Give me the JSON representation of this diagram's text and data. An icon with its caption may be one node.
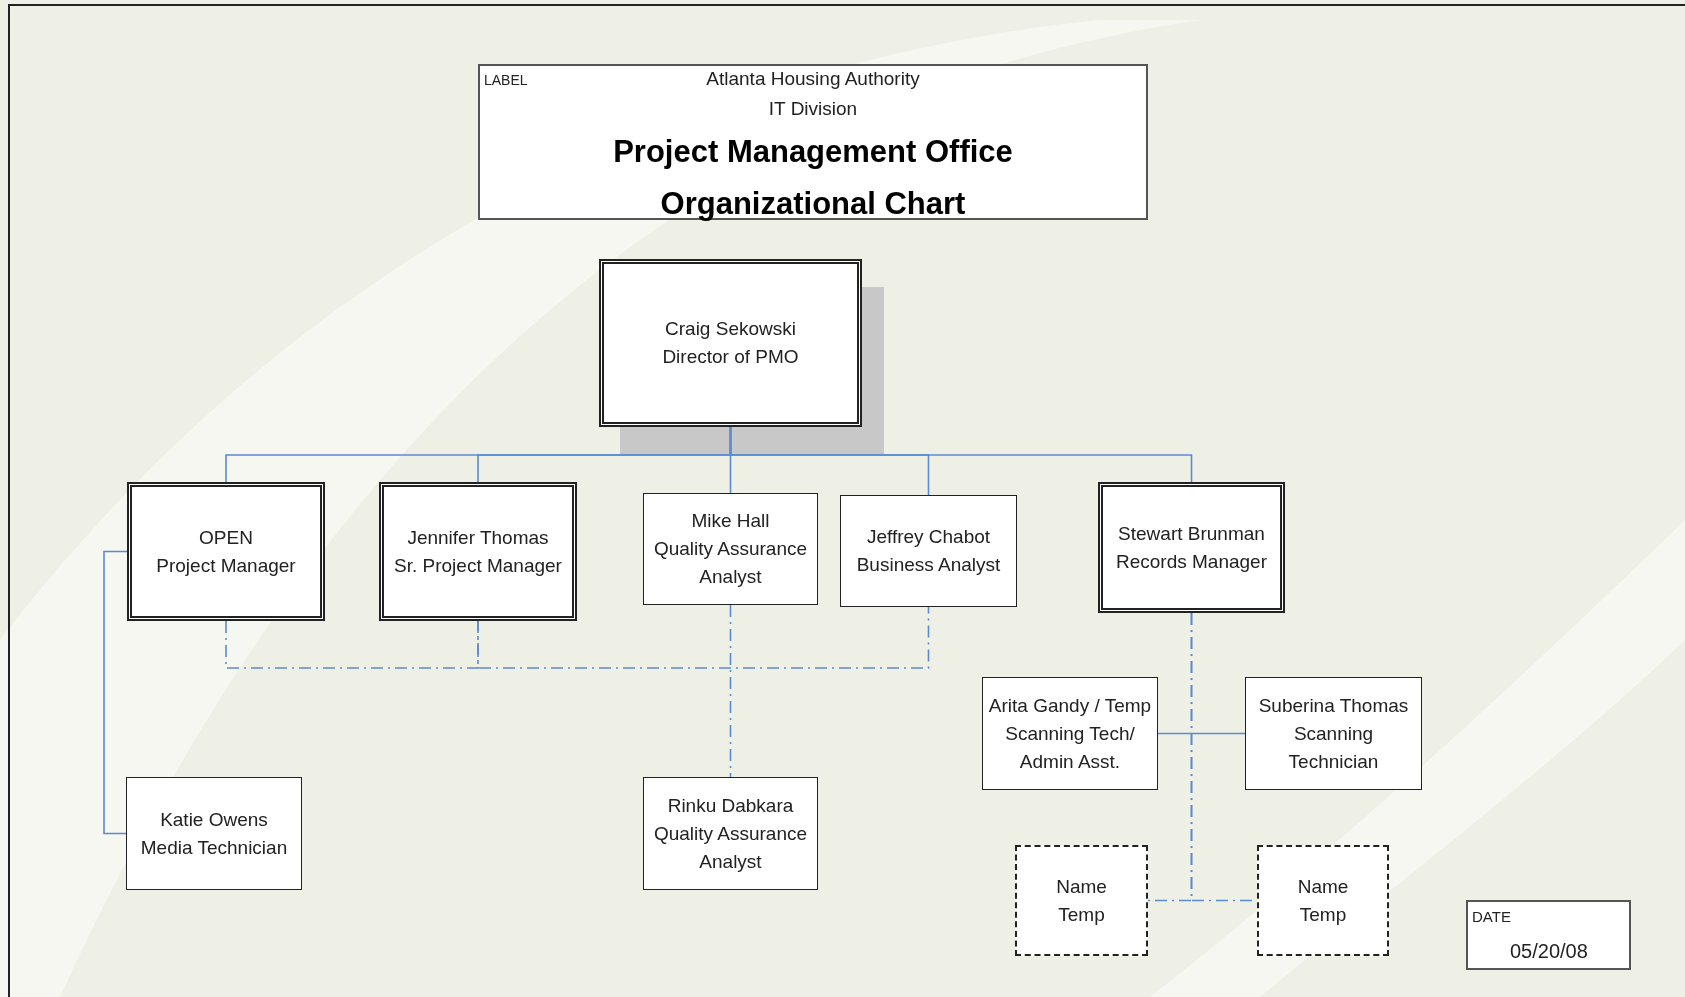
{
  "diagram": {
    "nodes": [
      {
        "text": [
          "LABEL",
          "Atlanta Housing Authority",
          "IT Division",
          "Project Management Office Organizational Chart"
        ]
      },
      {
        "text": [
          "Craig Sekowski",
          "Director of PMO"
        ]
      },
      {
        "text": [
          "OPEN",
          "Project Manager"
        ]
      },
      {
        "text": [
          "Jennifer Thomas",
          "Sr. Project Manager"
        ]
      },
      {
        "text": [
          "Mike Hall",
          "Quality Assurance Analyst"
        ]
      },
      {
        "text": [
          "Jeffrey Chabot",
          "Business Analyst"
        ]
      },
      {
        "text": [
          "Stewart Brunman",
          "Records Manager"
        ]
      },
      {
        "text": [
          "Arita Gandy / Temp",
          "Scanning Tech/ Admin Asst."
        ]
      },
      {
        "text": [
          "Suberina Thomas",
          "Scanning Technician"
        ]
      },
      {
        "text": [
          "Katie Owens",
          "Media Technician"
        ]
      },
      {
        "text": [
          "Rinku Dabkara",
          "Quality Assurance Analyst"
        ]
      },
      {
        "text": [
          "Name",
          "Temp"
        ]
      },
      {
        "text": [
          "Name",
          "Temp"
        ]
      },
      {
        "text": [
          "DATE",
          "05/20/08"
        ]
      }
    ],
    "edges": [
      {
        "from": 1,
        "to": 2,
        "arrow": "none"
      },
      {
        "from": 1,
        "to": 3,
        "arrow": "none"
      },
      {
        "from": 1,
        "to": 4,
        "arrow": "none"
      },
      {
        "from": 1,
        "to": 5,
        "arrow": "none"
      },
      {
        "from": 1,
        "to": 6,
        "arrow": "none"
      },
      {
        "from": 2,
        "to": 9,
        "arrow": "none"
      },
      {
        "from": 2,
        "to": 3,
        "arrow": "none",
        "style": "dashed"
      },
      {
        "from": 3,
        "to": 5,
        "arrow": "none",
        "style": "dashed"
      },
      {
        "from": 4,
        "to": 10,
        "arrow": "none",
        "style": "dashed"
      },
      {
        "from": 7,
        "to": 8,
        "arrow": "none"
      },
      {
        "from": 6,
        "to": 11,
        "arrow": "none",
        "style": "dashed"
      },
      {
        "from": 6,
        "to": 12,
        "arrow": "none",
        "style": "dashed"
      }
    ]
  }
}
